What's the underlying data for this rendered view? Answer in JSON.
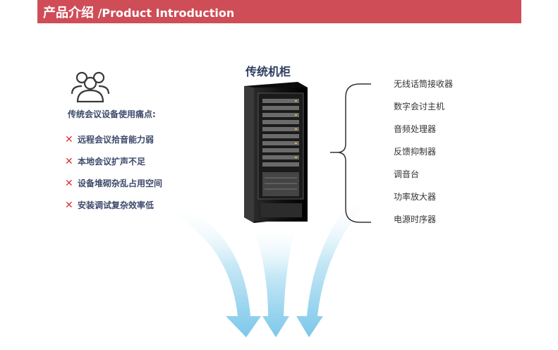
{
  "header": {
    "title_cn": "产品介绍",
    "title_en": " /Product Introduction"
  },
  "pain_points": {
    "title": "传统会议设备使用痛点:",
    "items": [
      "远程会议拾音能力弱",
      "本地会议扩声不足",
      "设备堆砌杂乱占用空间",
      "安装调试复杂效率低"
    ]
  },
  "cabinet": {
    "title": "传统机柜"
  },
  "equipment": [
    "无线话筒接收器",
    "数字会讨主机",
    "音频处理器",
    "反馈抑制器",
    "调音台",
    "功率放大器",
    "电源时序器"
  ],
  "colors": {
    "header_bg": "#cf4d57",
    "text_dark": "#3d4a6b",
    "x_red": "#e03232",
    "arrow_blue": "#8fd0ec"
  },
  "icons": [
    "people-icon",
    "close-icon",
    "server-cabinet-icon",
    "brace-icon",
    "arrow-down-icon"
  ]
}
